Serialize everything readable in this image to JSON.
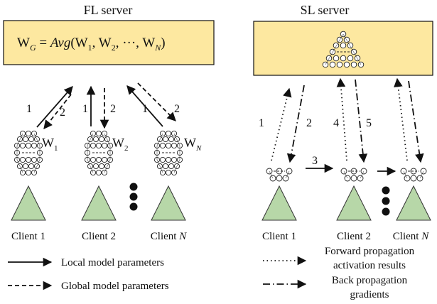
{
  "fl": {
    "title": "FL server",
    "formula": {
      "lhs_main": "W",
      "lhs_sub": "G",
      "equals": " = ",
      "func": "Avg",
      "open": "(W",
      "s1": "1",
      "mid1": ", W",
      "s2": "2",
      "mid2": ", ···, W",
      "sN": "N",
      "close": ")"
    },
    "clients": [
      {
        "label": "Client 1",
        "w_main": "W",
        "w_sub": "1"
      },
      {
        "label": "Client 2",
        "w_main": "W",
        "w_sub": "2"
      },
      {
        "label": "Client N",
        "w_main": "W",
        "w_sub": "N"
      }
    ],
    "step_labels": [
      "1",
      "2",
      "1",
      "2",
      "1",
      "2"
    ],
    "legend": [
      {
        "text": "Local model parameters",
        "style": "solid"
      },
      {
        "text": "Global model parameters",
        "style": "dashed"
      }
    ]
  },
  "sl": {
    "title": "SL server",
    "clients": [
      {
        "label": "Client 1"
      },
      {
        "label": "Client 2"
      },
      {
        "label": "Client N"
      }
    ],
    "step_labels": [
      "1",
      "2",
      "4",
      "5",
      "3"
    ],
    "legend": [
      {
        "text_line1": "Forward propagation",
        "text_line2": "activation results",
        "style": "dotted"
      },
      {
        "text_line1": "Back propagation",
        "text_line2": "gradients",
        "style": "dash-dot"
      }
    ]
  },
  "colors": {
    "server_fill": "#fde8a0",
    "triangle_fill": "#b7d7a8",
    "stroke": "#111111"
  }
}
